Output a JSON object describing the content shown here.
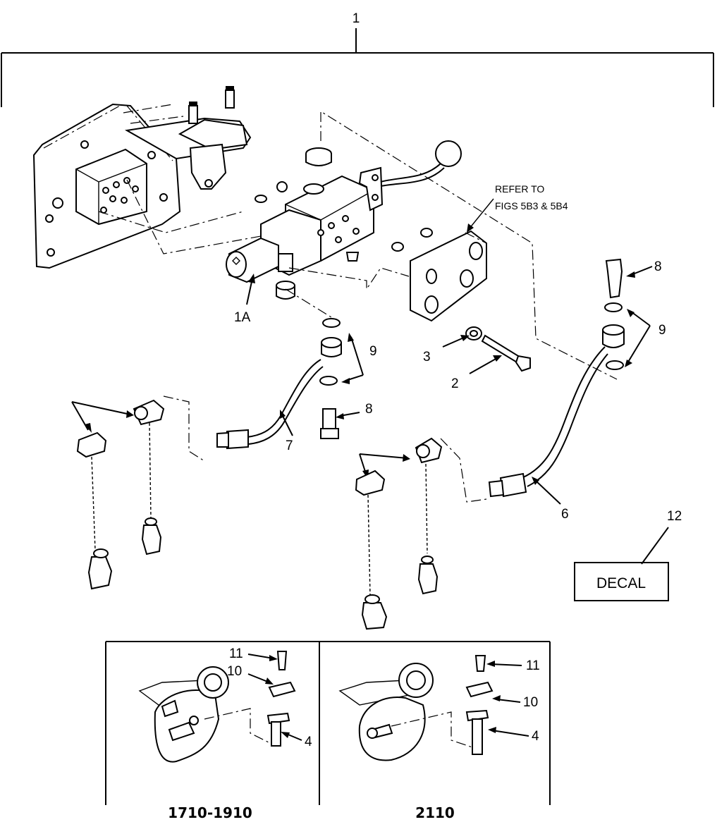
{
  "callouts": {
    "c1": "1",
    "c1a": "1A",
    "c2": "2",
    "c3": "3",
    "c4a": "4",
    "c4b": "4",
    "c6": "6",
    "c7": "7",
    "c8a": "8",
    "c8b": "8",
    "c9a": "9",
    "c9b": "9",
    "c10a": "10",
    "c10b": "10",
    "c11a": "11",
    "c11b": "11",
    "c12": "12"
  },
  "note": {
    "line1": "REFER TO",
    "line2": "FIGS  5B3 & 5B4"
  },
  "decal_label": "DECAL",
  "variants": {
    "left": "1710-1910",
    "right": "2110"
  }
}
